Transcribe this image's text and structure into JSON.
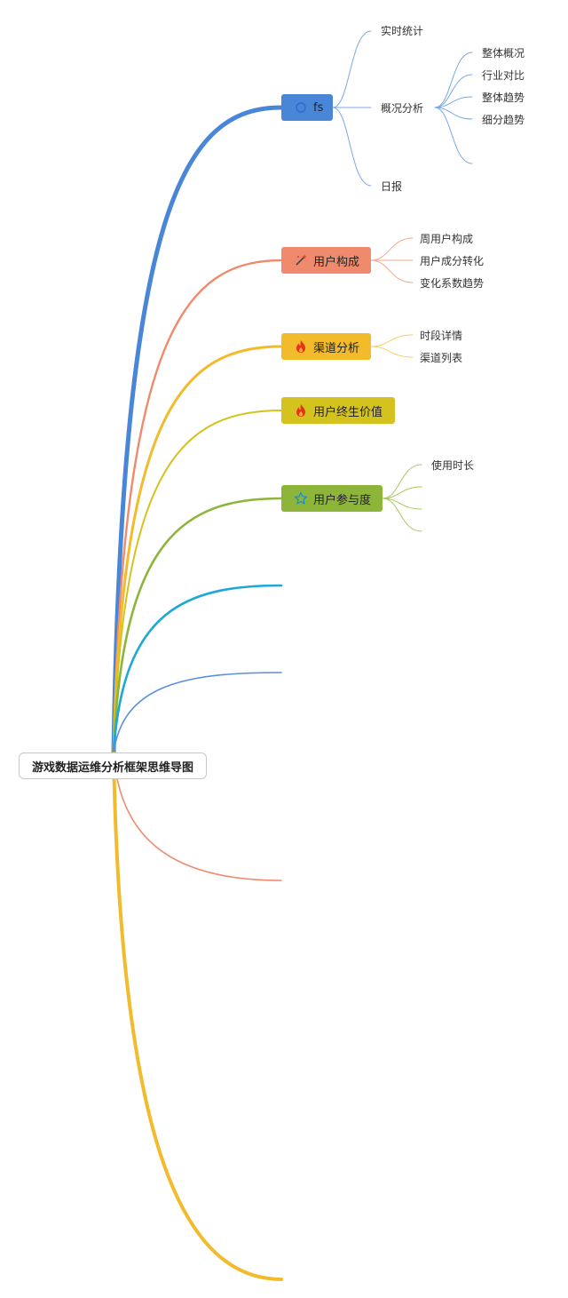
{
  "root": {
    "label": "游戏数据运维分析框架思维导图"
  },
  "branches": [
    {
      "label": "fs",
      "icon": "circle-outline-icon",
      "color": "#4a86d8",
      "children": [
        {
          "label": "实时统计"
        },
        {
          "label": "概况分析",
          "children": [
            "整体概况",
            "行业对比",
            "整体趋势",
            "细分趋势",
            ""
          ]
        },
        {
          "label": "日报"
        }
      ]
    },
    {
      "label": "用户构成",
      "icon": "magic-wand-icon",
      "color": "#f08a6c",
      "children": [
        {
          "label": "周用户构成"
        },
        {
          "label": "用户成分转化"
        },
        {
          "label": "变化系数趋势"
        }
      ]
    },
    {
      "label": "渠道分析",
      "icon": "fire-icon",
      "color": "#f2bb2c",
      "children": [
        {
          "label": "时段详情"
        },
        {
          "label": "渠道列表"
        }
      ]
    },
    {
      "label": "用户终生价值",
      "icon": "fire-icon",
      "color": "#d4c31f",
      "children": []
    },
    {
      "label": "用户参与度",
      "icon": "star-outline-icon",
      "color": "#8cb53a",
      "children": [
        {
          "label": "使用时长"
        },
        {
          "label": ""
        },
        {
          "label": ""
        },
        {
          "label": ""
        }
      ]
    },
    {
      "label": "",
      "color": "#1ea8d8",
      "children": []
    },
    {
      "label": "",
      "color": "#5b8fd8",
      "children": []
    },
    {
      "label": "",
      "color": "#ee8b70",
      "children": []
    },
    {
      "label": "",
      "color": "#f2bb2c",
      "children": []
    }
  ]
}
